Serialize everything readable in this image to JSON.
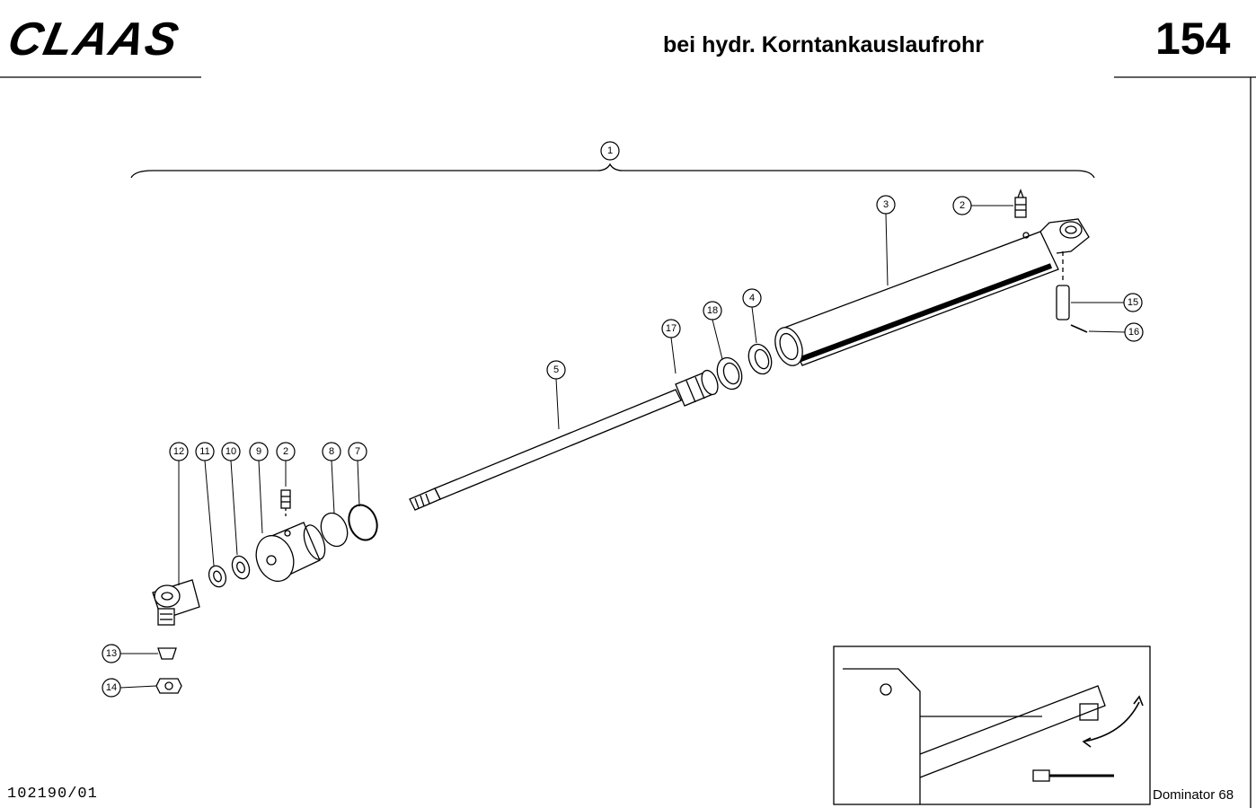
{
  "header": {
    "logo": "CLAAS",
    "title": "bei hydr. Korntankauslaufrohr",
    "page_number": "154"
  },
  "footer": {
    "drawing_number": "102190/01",
    "model": "Dominator 68"
  },
  "callouts": [
    "1",
    "2",
    "3",
    "15",
    "16",
    "17",
    "18",
    "4",
    "5",
    "12",
    "11",
    "10",
    "9",
    "2",
    "8",
    "7",
    "13",
    "14"
  ]
}
